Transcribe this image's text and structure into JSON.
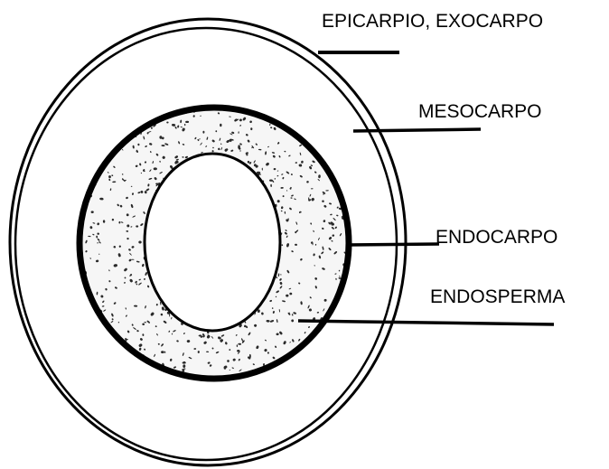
{
  "labels": {
    "epicarp": "EPICARPIO, EXOCARPO",
    "mesocarp": "MESOCARPO",
    "endocarp": "ENDOCARPO",
    "endosperm": "ENDOSPERMA"
  },
  "colors": {
    "line": "#000000",
    "background": "#ffffff",
    "speckle_fill": "#f6f6f6",
    "speckle_dots": "#2a2a2a"
  }
}
